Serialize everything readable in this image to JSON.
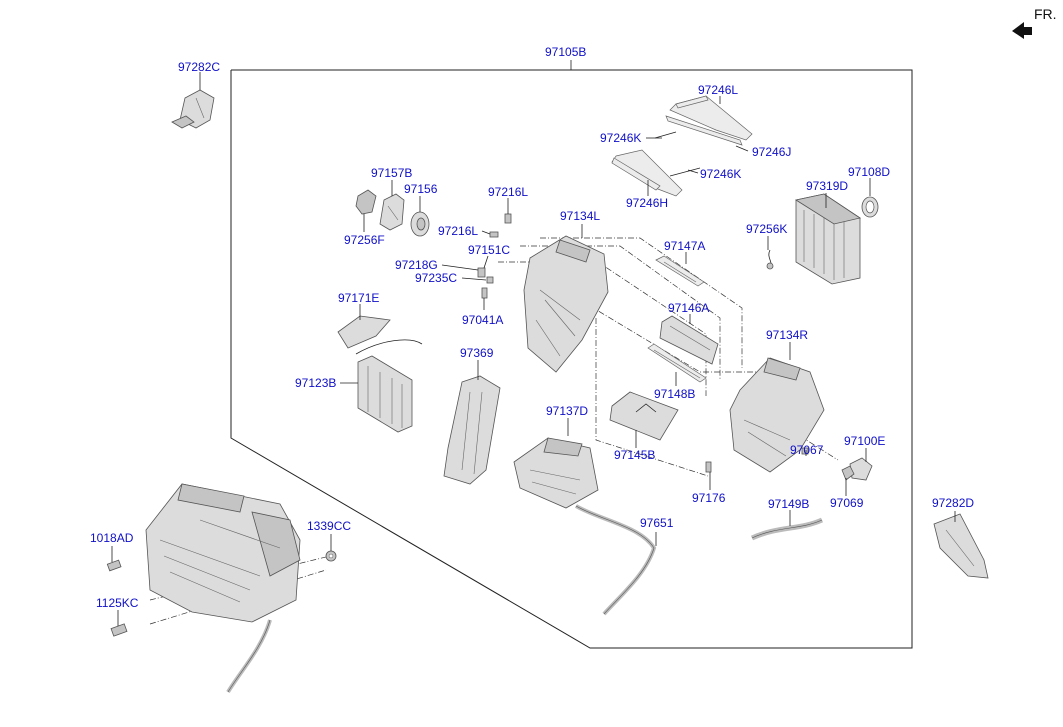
{
  "direction_label": "FR.",
  "parts": {
    "p97105B": "97105B",
    "p97282C": "97282C",
    "p97246L": "97246L",
    "p97246K_a": "97246K",
    "p97246J": "97246J",
    "p97246K_b": "97246K",
    "p97246H": "97246H",
    "p97157B": "97157B",
    "p97156": "97156",
    "p97256F": "97256F",
    "p97216L_a": "97216L",
    "p97216L_b": "97216L",
    "p97151C": "97151C",
    "p97134L": "97134L",
    "p97218G": "97218G",
    "p97235C": "97235C",
    "p97041A": "97041A",
    "p97147A": "97147A",
    "p97319D": "97319D",
    "p97108D": "97108D",
    "p97256K": "97256K",
    "p97171E": "97171E",
    "p97146A": "97146A",
    "p97134R": "97134R",
    "p97369": "97369",
    "p97123B": "97123B",
    "p97148B": "97148B",
    "p97137D": "97137D",
    "p97145B": "97145B",
    "p97100E": "97100E",
    "p97067": "97067",
    "p97176": "97176",
    "p97069": "97069",
    "p97149B": "97149B",
    "p97282D": "97282D",
    "p97651": "97651",
    "p1018AD": "1018AD",
    "p1339CC": "1339CC",
    "p1125KC": "1125KC"
  },
  "colors": {
    "label": "#1010c8",
    "line": "#222222",
    "part_fill": "#dcdcdc"
  }
}
